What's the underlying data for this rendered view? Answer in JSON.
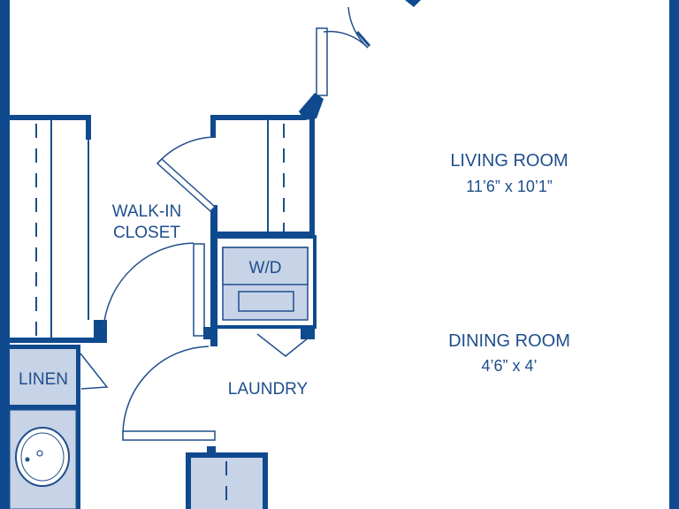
{
  "colors": {
    "wall": "#0f4a8f",
    "fixture_fill": "#c7d3e6",
    "line": "#1f4e8c",
    "background": "#ffffff"
  },
  "rooms": {
    "living": {
      "name": "LIVING ROOM",
      "size": "11’6” x 10’1”"
    },
    "dining": {
      "name": "DINING ROOM",
      "size": "4’6” x 4’"
    },
    "walk_in_closet": {
      "line1": "WALK-IN",
      "line2": "CLOSET"
    },
    "laundry": {
      "name": "LAUNDRY"
    },
    "linen": {
      "name": "LINEN"
    }
  },
  "fixtures": {
    "washer_dryer": {
      "label": "W/D"
    }
  }
}
